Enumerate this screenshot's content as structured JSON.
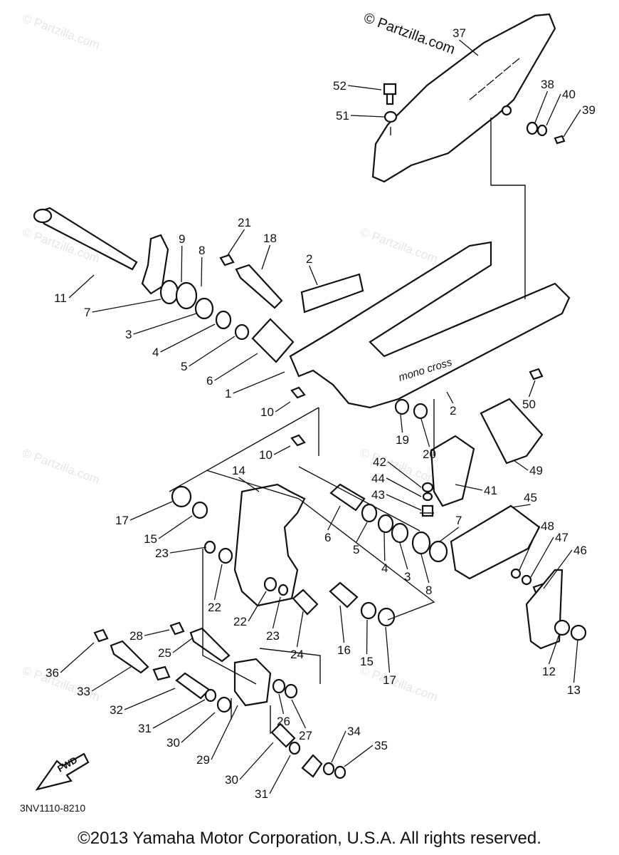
{
  "brand_top": "© Partzilla.com",
  "watermark": "© Partzilla.com",
  "fwd_label": "FWD",
  "code_label": "3NV1110-8210",
  "decal_text": "mono cross",
  "copyright": "©2013 Yamaha Motor Corporation, U.S.A. All rights reserved.",
  "callouts": [
    "1",
    "2",
    "2",
    "3",
    "3",
    "4",
    "4",
    "5",
    "5",
    "6",
    "6",
    "7",
    "7",
    "8",
    "8",
    "9",
    "10",
    "10",
    "11",
    "12",
    "13",
    "14",
    "15",
    "15",
    "16",
    "17",
    "17",
    "18",
    "19",
    "20",
    "21",
    "22",
    "22",
    "23",
    "23",
    "24",
    "25",
    "26",
    "27",
    "28",
    "29",
    "30",
    "30",
    "31",
    "31",
    "32",
    "33",
    "34",
    "35",
    "36",
    "37",
    "38",
    "39",
    "40",
    "41",
    "42",
    "43",
    "44",
    "45",
    "46",
    "47",
    "48",
    "49",
    "50",
    "51",
    "52"
  ]
}
